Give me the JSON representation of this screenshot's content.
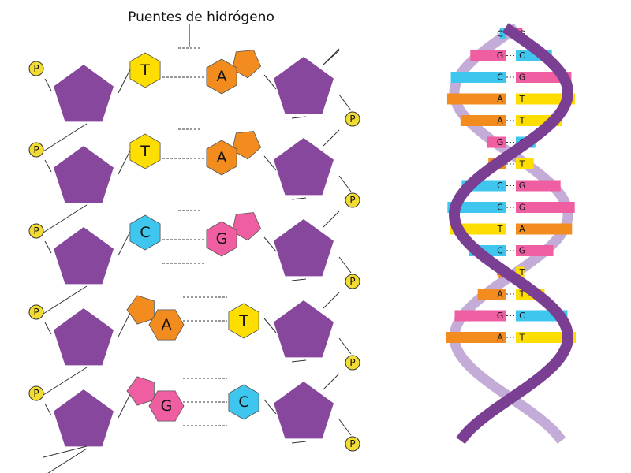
{
  "title": "Puentes de hidrógeno",
  "phosphate_label": "P",
  "colors": {
    "sugar": "#86479c",
    "phosphate": "#f2dc33",
    "A": "#f28c1e",
    "T": "#fedd00",
    "G": "#ee5ea0",
    "C": "#3ec6ef",
    "helix_dark": "#7a3e93",
    "helix_light": "#c4acd8"
  },
  "base_pairs": [
    {
      "left": "T",
      "right": "A"
    },
    {
      "left": "T",
      "right": "A"
    },
    {
      "left": "C",
      "right": "G"
    },
    {
      "left": "A",
      "right": "T"
    },
    {
      "left": "G",
      "right": "C"
    }
  ],
  "helix_rungs": [
    {
      "left": "C",
      "right": "G"
    },
    {
      "left": "G",
      "right": "C"
    },
    {
      "left": "C",
      "right": "G"
    },
    {
      "left": "A",
      "right": "T"
    },
    {
      "left": "A",
      "right": "T"
    },
    {
      "left": "G",
      "right": "C"
    },
    {
      "left": "A",
      "right": "T"
    },
    {
      "left": "C",
      "right": "G"
    },
    {
      "left": "C",
      "right": "G"
    },
    {
      "left": "T",
      "right": "A"
    },
    {
      "left": "C",
      "right": "G"
    },
    {
      "left": "A",
      "right": "T"
    },
    {
      "left": "A",
      "right": "T"
    },
    {
      "left": "G",
      "right": "C"
    },
    {
      "left": "A",
      "right": "T"
    }
  ]
}
